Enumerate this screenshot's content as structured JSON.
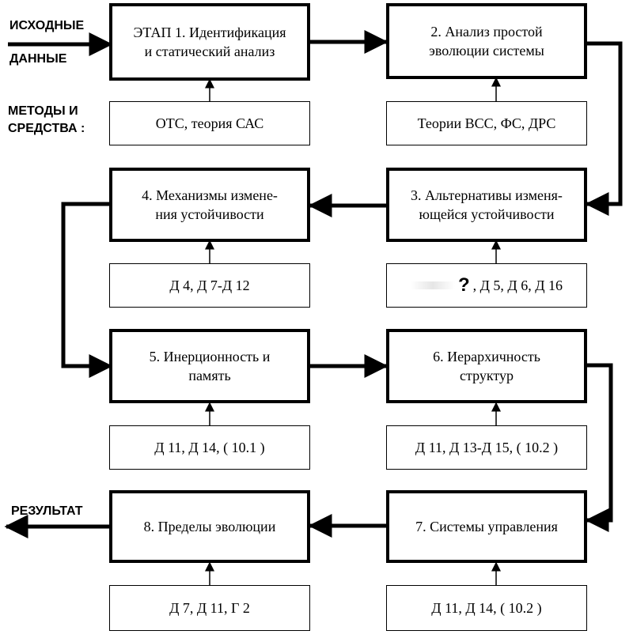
{
  "labels": {
    "input_line1": "ИСХОДНЫЕ",
    "input_line2": "ДАННЫЕ",
    "methods_line1": "МЕТОДЫ И",
    "methods_line2": "СРЕДСТВА :",
    "result": "РЕЗУЛЬТАТ"
  },
  "stages": [
    {
      "line1": "ЭТАП 1. Идентификация",
      "line2": "и статический анализ"
    },
    {
      "line1": "2. Анализ  простой",
      "line2": "эволюции системы"
    },
    {
      "line1": "3. Альтернативы изменя-",
      "line2": "ющейся устойчивости"
    },
    {
      "line1": "4. Механизмы измене-",
      "line2": "ния устойчивости"
    },
    {
      "line1": "5. Инерционность и",
      "line2": "память"
    },
    {
      "line1": "6. Иерархичность",
      "line2": "структур"
    },
    {
      "line1": "7. Системы управления",
      "line2": ""
    },
    {
      "line1": "8. Пределы эволюции",
      "line2": ""
    }
  ],
  "methods": [
    "ОТС, теория САС",
    "Теории ВСС, ФС, ДРС",
    ", Д 5, Д 6, Д 16",
    "Д 4, Д 7-Д 12",
    "Д 11, Д 14, ( 10.1 )",
    "Д 11, Д 13-Д 15, ( 10.2 )",
    "Д 11, Д 14, ( 10.2 )",
    "Д 7, Д 11, Г 2"
  ],
  "question_mark": "?"
}
